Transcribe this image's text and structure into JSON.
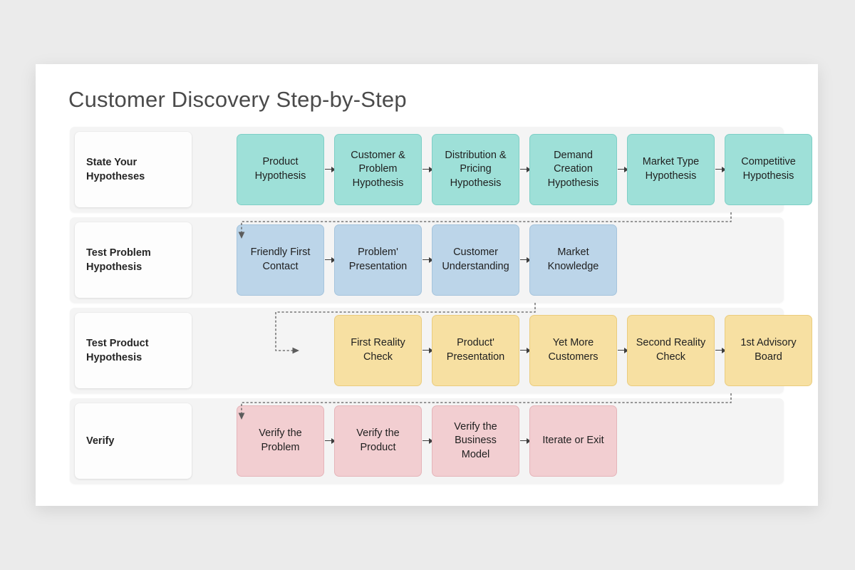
{
  "slide": {
    "title": "Customer Discovery Step-by-Step",
    "background_color": "#ebebeb",
    "surface_color": "#ffffff"
  },
  "legend_colors": {
    "row1_teal": "#9ee0d8",
    "row2_blue": "#bcd5e9",
    "row3_yellow": "#f7e0a2",
    "row4_pink": "#f2ced1",
    "band": "#f4f4f4",
    "connector": "#5c5c5c",
    "text": "#1f1f1f",
    "title_text": "#4a4a4a"
  },
  "rows": [
    {
      "stage_label": "State Your\nHypotheses",
      "color_key": "teal",
      "start_col": 0,
      "steps": [
        {
          "label": "Product\nHypothesis"
        },
        {
          "label": "Customer &\nProblem\nHypothesis"
        },
        {
          "label": "Distribution &\nPricing\nHypothesis"
        },
        {
          "label": "Demand\nCreation\nHypothesis"
        },
        {
          "label": "Market Type\nHypothesis"
        },
        {
          "label": "Competitive\nHypothesis"
        }
      ]
    },
    {
      "stage_label": "Test Problem\n Hypothesis",
      "color_key": "blue",
      "start_col": 0,
      "steps": [
        {
          "label": "Friendly First\nContact"
        },
        {
          "label": "Problem'\nPresentation"
        },
        {
          "label": "Customer\nUnderstanding"
        },
        {
          "label": "Market\nKnowledge"
        }
      ]
    },
    {
      "stage_label": "Test Product\nHypothesis",
      "color_key": "yellow",
      "start_col": 1,
      "steps": [
        {
          "label": "First Reality\nCheck"
        },
        {
          "label": "Product'\nPresentation"
        },
        {
          "label": "Yet More\nCustomers"
        },
        {
          "label": "Second Reality\nCheck"
        },
        {
          "label": "1st Advisory\nBoard"
        }
      ]
    },
    {
      "stage_label": "Verify",
      "color_key": "pink",
      "start_col": 0,
      "steps": [
        {
          "label": "Verify the\nProblem"
        },
        {
          "label": "Verify the\nProduct"
        },
        {
          "label": "Verify the\nBusiness\nModel"
        },
        {
          "label": "Iterate or Exit"
        }
      ]
    }
  ],
  "connectors": [
    {
      "from": "Competitive Hypothesis",
      "to": "Friendly First Contact",
      "style": "dashed",
      "direction": "down-left"
    },
    {
      "from": "Market Knowledge",
      "to": "First Reality Check",
      "style": "dashed",
      "direction": "down-left-right"
    },
    {
      "from": "1st Advisory Board",
      "to": "Verify the Problem",
      "style": "dashed",
      "direction": "down-left"
    }
  ]
}
